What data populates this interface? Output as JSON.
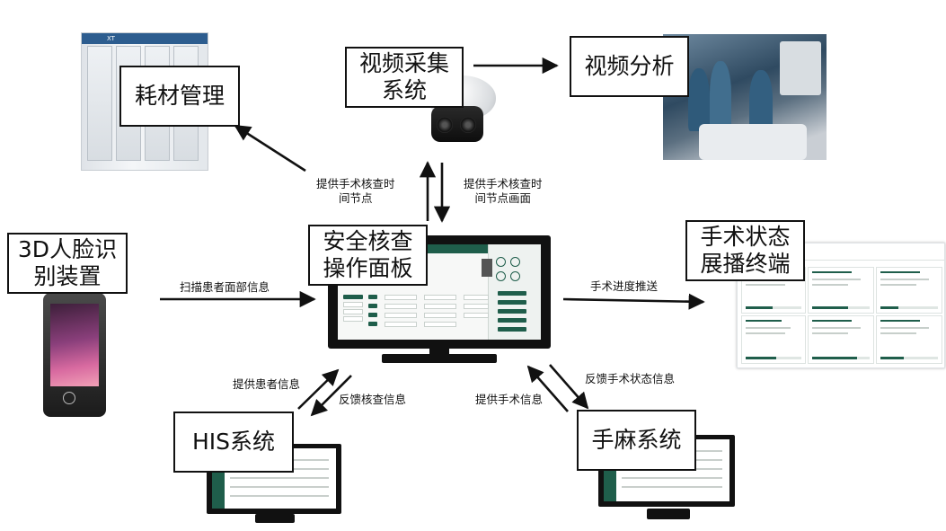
{
  "nodes": {
    "consumables": "耗材管理",
    "video_capture": "视频采集\n系统",
    "video_analysis": "视频分析",
    "face_device": "3D人脸识\n别装置",
    "safety_panel": "安全核查\n操作面板",
    "status_terminal": "手术状态\n展播终端",
    "his": "HIS系统",
    "anesthesia": "手麻系统"
  },
  "edges": {
    "provide_checkpoints": "提供手术核查时\n间节点",
    "provide_checkpoint_frames": "提供手术核查时\n间节点画面",
    "scan_face": "扫描患者面部信息",
    "progress_push": "手术进度推送",
    "provide_patient": "提供患者信息",
    "feedback_check": "反馈核查信息",
    "provide_surgery": "提供手术信息",
    "feedback_status": "反馈手术状态信息"
  }
}
